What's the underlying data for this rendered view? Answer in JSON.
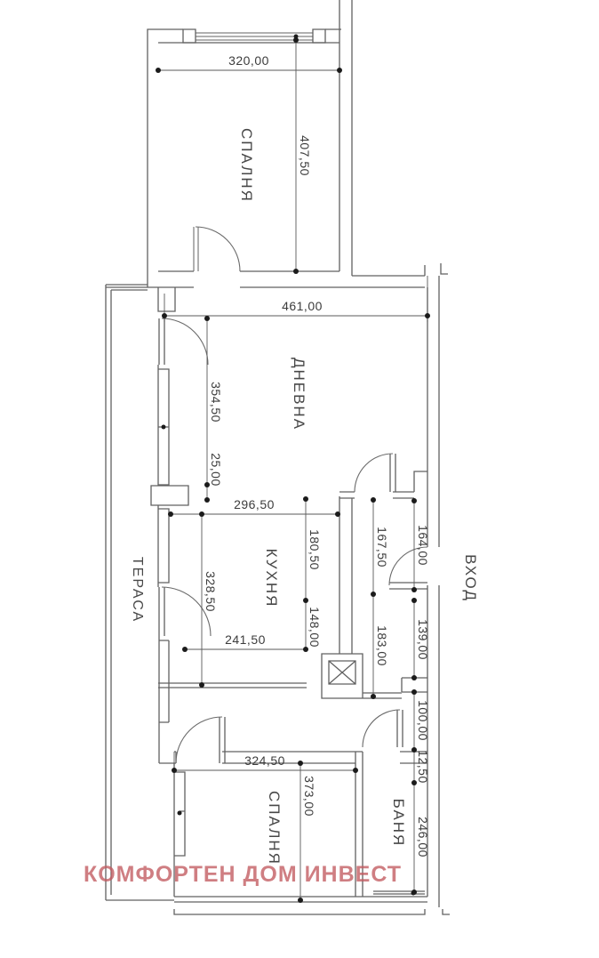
{
  "plan_type": "apartment-floor-plan",
  "rooms": {
    "bedroom_top": "СПАЛНЯ",
    "living": "ДНЕВНА",
    "kitchen": "КУХНЯ",
    "terrace": "ТЕРАСА",
    "entrance": "ВХОД",
    "bedroom_bottom": "СПАЛНЯ",
    "bath": "БАНЯ"
  },
  "dimensions": {
    "top_bedroom_width": "320,00",
    "top_bedroom_height": "407,50",
    "living_width": "461,00",
    "living_height_upper": "354,50",
    "living_height_step": "25,00",
    "kitchen_width": "296,50",
    "kitchen_inner_height": "180,50",
    "kitchen_height": "328,50",
    "kitchen_lower_width": "241,50",
    "kitchen_lower_height": "148,00",
    "hall_upper": "167,50",
    "hall_lower": "183,00",
    "entry_upper": "164,00",
    "entry_mid": "139,00",
    "bath_upper": "100,00",
    "bath_step": "12,50",
    "bath_height": "246,00",
    "bottom_bedroom_width": "324,50",
    "bottom_bedroom_height": "373,00"
  },
  "watermark": "КОМФОРТЕН ДОМ ИНВЕСТ",
  "colors": {
    "wall_line": "#616161",
    "dimension_text": "#3c3c3c",
    "watermark": "#c25a60",
    "background": "#ffffff"
  }
}
